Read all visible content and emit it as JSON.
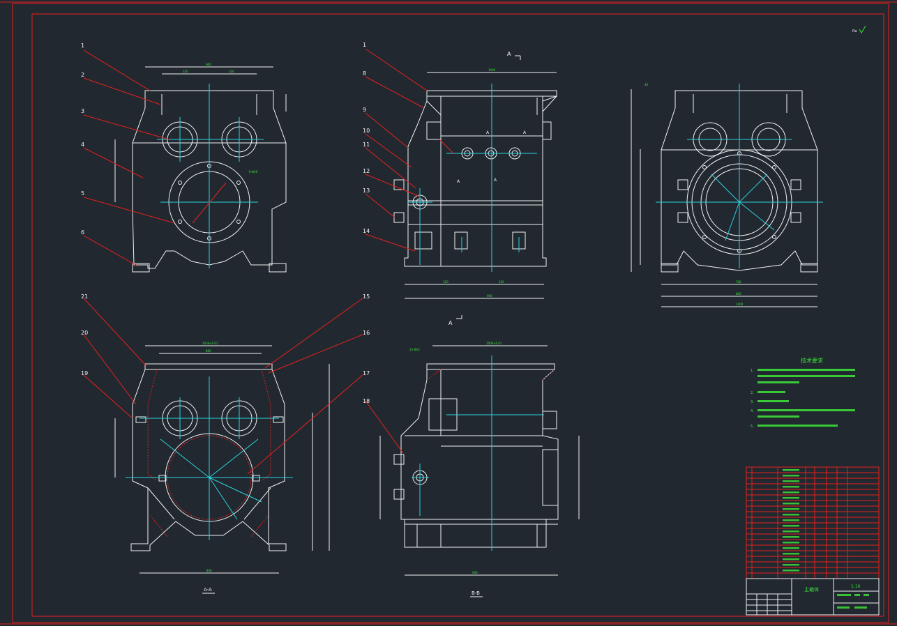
{
  "drawing": {
    "section_marks": {
      "top_a": "A",
      "bottom_a": "A",
      "mid_a1": "A",
      "mid_a2": "A",
      "mid_a3": "A",
      "mid_a4": "A"
    },
    "view_titles": {
      "view_aa": "A-A",
      "view_bb": "B-B"
    },
    "part_numbers": {
      "front": [
        "1",
        "2",
        "3",
        "4",
        "5",
        "6"
      ],
      "side": [
        "1",
        "8",
        "9",
        "10",
        "11",
        "12",
        "13",
        "14"
      ],
      "section_aa_left": [
        "21",
        "20",
        "19"
      ],
      "section_aa_right": [
        "15",
        "16",
        "17"
      ],
      "section_bb": [
        "18"
      ]
    },
    "tech_requirements": {
      "title": "技术要求",
      "items": [
        "1.",
        "2.",
        "3.",
        "4.",
        "5."
      ]
    },
    "title_block": {
      "part_name": "主箱体",
      "scale": "1:10"
    },
    "roughness_symbol": "Ra"
  },
  "colors": {
    "background": "#212830",
    "border": "#e8211d",
    "outline": "#f2f2f2",
    "centerline": "#2bd3e0",
    "dimension_text": "#3ee63a"
  }
}
